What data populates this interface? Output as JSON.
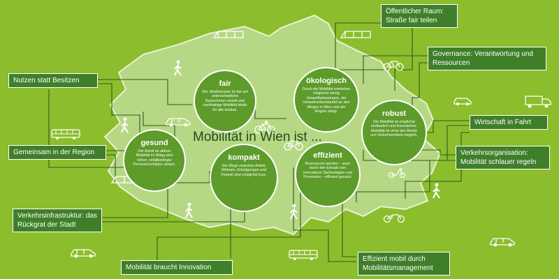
{
  "main_title": "Mobilität in  Wien ist ...",
  "colors": {
    "background": "#8cbd2c",
    "map": "#b6d884",
    "circle": "#5d9b2a",
    "label": "#3f7f2a",
    "lines": "#2f5a1e",
    "title": "#234a1a"
  },
  "circles": {
    "fair": {
      "title": "fair",
      "text": "Der Straßenraum ist fair auf unterschiedliche NutzerInnen verteilt und nachhaltige Mobilität bleibt für alle leistbar."
    },
    "oekologisch": {
      "title": "ökologisch",
      "text": "Durch die Mobilität entstehen möglichst wenig Umweltbelastungen, der Umweltverbundanteil an den Wegen in Wien und der Region steigt."
    },
    "robust": {
      "title": "robust",
      "text": "Die Mobilität ist möglichst verlässlich und krisensicher. Mobilität ist ohne den Besitz von Verkehrsmitteln möglich."
    },
    "gesund": {
      "title": "gesund",
      "text": "Der Anteil an aktiver Mobilität im Alltag wird höher; unfallbedingte Personenschäden sinken."
    },
    "kompakt": {
      "title": "kompakt",
      "text": "Die Wege zwischen Arbeit, Wohnen, Erledigungen und Freizeit sind möglichst kurz."
    },
    "effizient": {
      "title": "effizient",
      "text": "Ressourcen werden – auch durch den Einsatz von innovativen Technologien und Prozessen – effizient genutzt."
    }
  },
  "labels": {
    "oeffentlicher_raum": "Öffentlicher Raum: Straße fair teilen",
    "governance": "Governance: Verantwortung und Ressourcen",
    "nutzen": "Nutzen statt Besitzen",
    "wirtschaft": "Wirtschaft in Fahrt",
    "gemeinsam": "Gemeinsam in der Region",
    "verkehrsorganisation": "Verkehrsorganisation: Mobilität schlauer regeln",
    "infrastruktur": "Verkehrsinfrastruktur: das Rückgrat der Stadt",
    "innovation": "Mobilität braucht Innovation",
    "effizient_mobil": "Effizient mobil durch Mobilitätsmanagement"
  },
  "icons": [
    "train-icon",
    "pedestrian-icon",
    "car-icon",
    "bicycle-icon",
    "bus-icon",
    "truck-icon",
    "motorcycle-icon",
    "scooter-icon"
  ]
}
